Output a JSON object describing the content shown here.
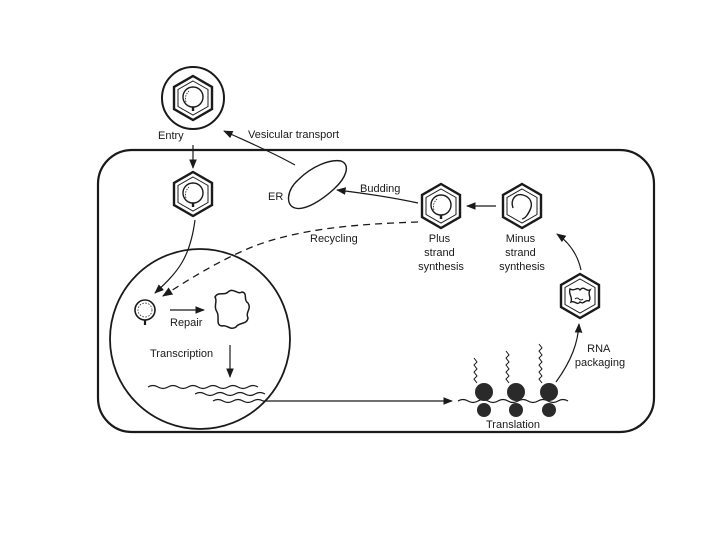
{
  "labels": {
    "entry": "Entry",
    "vesicular_transport": "Vesicular transport",
    "er": "ER",
    "budding": "Budding",
    "recycling": "Recycling",
    "plus_strand": [
      "Plus",
      "strand",
      "synthesis"
    ],
    "minus_strand": [
      "Minus",
      "strand",
      "synthesis"
    ],
    "repair": "Repair",
    "transcription": "Transcription",
    "rna_packaging": [
      "RNA",
      "packaging"
    ],
    "translation": "Translation"
  },
  "colors": {
    "ink": "#1a1a1a",
    "ribosome": "#2a2a2a",
    "background": "#ffffff"
  }
}
